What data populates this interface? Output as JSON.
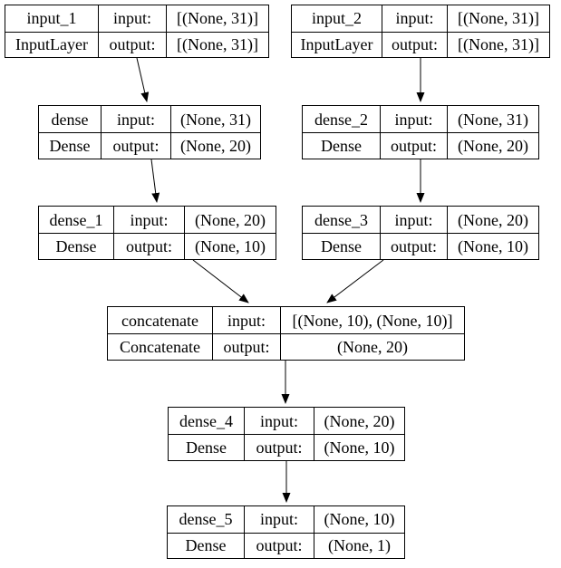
{
  "labels": {
    "input": "input:",
    "output": "output:"
  },
  "nodes": [
    {
      "id": "input_1",
      "name": "input_1",
      "type": "InputLayer",
      "input_shape": "[(None, 31)]",
      "output_shape": "[(None, 31)]"
    },
    {
      "id": "input_2",
      "name": "input_2",
      "type": "InputLayer",
      "input_shape": "[(None, 31)]",
      "output_shape": "[(None, 31)]"
    },
    {
      "id": "dense",
      "name": "dense",
      "type": "Dense",
      "input_shape": "(None, 31)",
      "output_shape": "(None, 20)"
    },
    {
      "id": "dense_2",
      "name": "dense_2",
      "type": "Dense",
      "input_shape": "(None, 31)",
      "output_shape": "(None, 20)"
    },
    {
      "id": "dense_1",
      "name": "dense_1",
      "type": "Dense",
      "input_shape": "(None, 20)",
      "output_shape": "(None, 10)"
    },
    {
      "id": "dense_3",
      "name": "dense_3",
      "type": "Dense",
      "input_shape": "(None, 20)",
      "output_shape": "(None, 10)"
    },
    {
      "id": "concatenate",
      "name": "concatenate",
      "type": "Concatenate",
      "input_shape": "[(None, 10), (None, 10)]",
      "output_shape": "(None, 20)"
    },
    {
      "id": "dense_4",
      "name": "dense_4",
      "type": "Dense",
      "input_shape": "(None, 20)",
      "output_shape": "(None, 10)"
    },
    {
      "id": "dense_5",
      "name": "dense_5",
      "type": "Dense",
      "input_shape": "(None, 10)",
      "output_shape": "(None, 1)"
    }
  ],
  "edges": [
    {
      "from": "input_1",
      "to": "dense"
    },
    {
      "from": "input_2",
      "to": "dense_2"
    },
    {
      "from": "dense",
      "to": "dense_1"
    },
    {
      "from": "dense_2",
      "to": "dense_3"
    },
    {
      "from": "dense_1",
      "to": "concatenate"
    },
    {
      "from": "dense_3",
      "to": "concatenate"
    },
    {
      "from": "concatenate",
      "to": "dense_4"
    },
    {
      "from": "dense_4",
      "to": "dense_5"
    }
  ],
  "colors": {
    "border": "#000000",
    "background": "#ffffff",
    "text": "#000000"
  }
}
